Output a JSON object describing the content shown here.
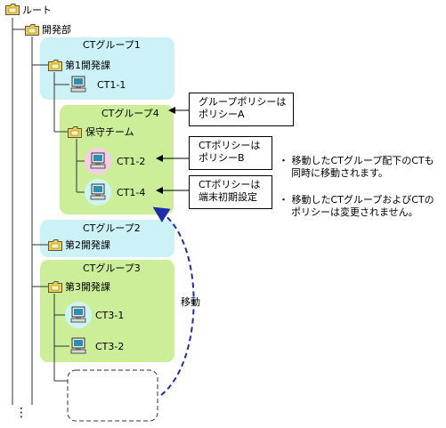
{
  "tree": {
    "root": "ルート",
    "dept": "開発部",
    "ellipsis": "⋮",
    "group1": {
      "name": "CTグループ1",
      "section": "第1開発課",
      "pc": "CT1-1"
    },
    "group4": {
      "name": "CTグループ4",
      "section": "保守チーム",
      "pcs": [
        "CT1-2",
        "CT1-4"
      ]
    },
    "group2": {
      "name": "CTグループ2",
      "section": "第2開発課"
    },
    "group3": {
      "name": "CTグループ3",
      "section": "第3開発課",
      "pcs": [
        "CT3-1",
        "CT3-2"
      ]
    }
  },
  "callouts": {
    "group_policy": [
      "グループポリシーは",
      "ポリシーA"
    ],
    "ct_policy_b": [
      "CTポリシーは",
      "ポリシーB"
    ],
    "ct_policy_init": [
      "CTポリシーは",
      "端末初期設定"
    ]
  },
  "notes": [
    [
      "・ 移動したCTグループ配下のCTも",
      "同時に移動されます。"
    ],
    [
      "・ 移動したCTグループおよびCTの",
      "ポリシーは変更されません。"
    ]
  ],
  "move_label": "移動",
  "colors": {
    "group_blue": "#ccf2f7",
    "group_green": "#ccee99",
    "pc_highlight_pink": "#f6cce6",
    "pc_highlight_cyan": "#ccf6f6",
    "folder": "#f3cf45",
    "move_arrow": "#1e2ea8"
  },
  "icons": [
    "folder-icon",
    "computer-icon"
  ]
}
